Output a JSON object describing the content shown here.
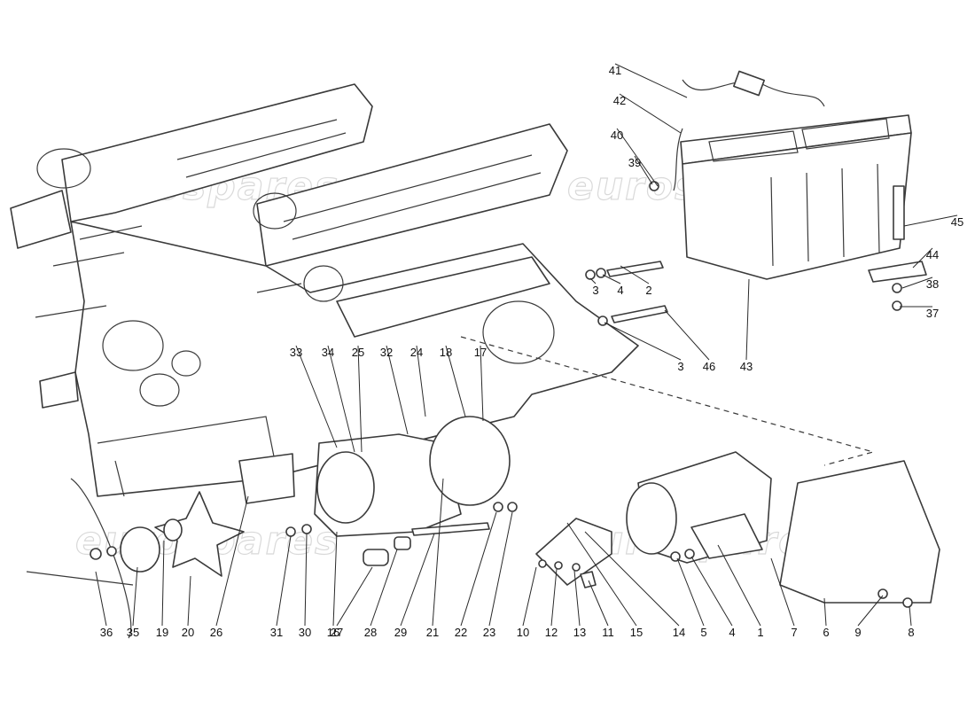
{
  "watermark": "eurospares",
  "part_numbers": [
    "1",
    "2",
    "3",
    "3",
    "4",
    "4",
    "5",
    "6",
    "7",
    "8",
    "9",
    "10",
    "11",
    "12",
    "13",
    "14",
    "15",
    "16",
    "17",
    "18",
    "19",
    "20",
    "21",
    "22",
    "23",
    "24",
    "25",
    "26",
    "27",
    "28",
    "29",
    "30",
    "31",
    "32",
    "33",
    "34",
    "35",
    "36",
    "37",
    "38",
    "39",
    "40",
    "41",
    "42",
    "43",
    "44",
    "45",
    "46"
  ],
  "colors": {
    "line": "#3a3a3a",
    "label": "#111111",
    "watermark": "#d9d9d9",
    "background": "#ffffff"
  }
}
